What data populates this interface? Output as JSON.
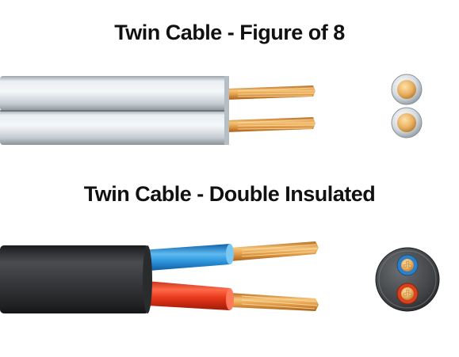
{
  "sections": [
    {
      "title": "Twin Cable - Figure of 8",
      "conductor_count": 2,
      "sheath_color": "#d8dee4",
      "insulation_colors": [
        "#d8dee4",
        "#d8dee4"
      ],
      "copper_color": "#e0a04a",
      "icons": [
        "cable-side-view-icon",
        "cable-cross-section-icon"
      ]
    },
    {
      "title": "Twin Cable - Double Insulated",
      "conductor_count": 2,
      "sheath_color": "#3a3b3d",
      "insulation_colors": [
        "#1e8fd8",
        "#e83a1e"
      ],
      "copper_color": "#e0a04a",
      "icons": [
        "cable-side-view-icon",
        "cable-cross-section-icon"
      ]
    }
  ],
  "colors": {
    "background": "#ffffff",
    "title_text": "#111111"
  }
}
